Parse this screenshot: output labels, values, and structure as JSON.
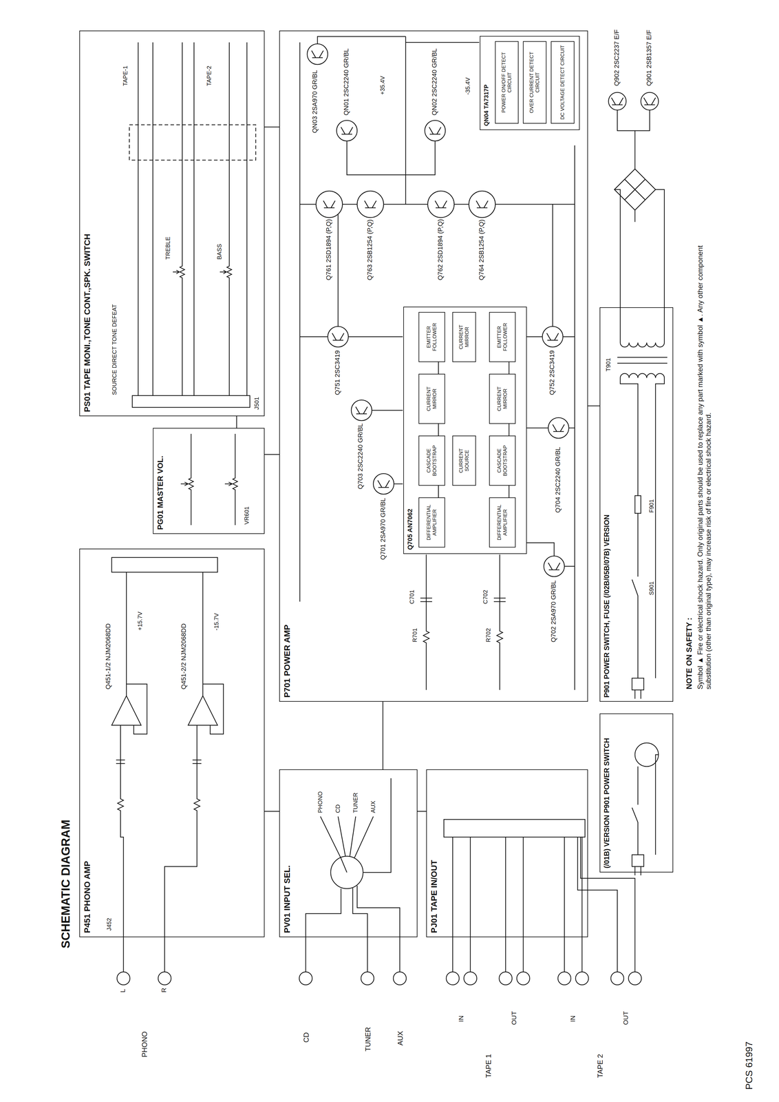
{
  "diagram": {
    "title": "SCHEMATIC DIAGRAM",
    "nodes": [
      {
        "text": [
          "P451 PHONO AMP"
        ]
      },
      {
        "text": [
          "PS01 TAPE MONI.,TONE CONT.,SPK. SWITCH"
        ]
      },
      {
        "text": [
          "PG01 MASTER VOL."
        ]
      },
      {
        "text": [
          "PV01 INPUT SEL."
        ]
      },
      {
        "text": [
          "PJ01 TAPE IN/OUT"
        ]
      },
      {
        "text": [
          "P701 POWER AMP"
        ]
      },
      {
        "text": [
          "Q705 AN7062"
        ],
        "in": 5
      },
      {
        "text": [
          "DIFFERENTIAL AMPLIFIER"
        ],
        "in": 6
      },
      {
        "text": [
          "CASCADE BOOTSTRAP"
        ],
        "in": 6
      },
      {
        "text": [
          "CURRENT MIRROR"
        ],
        "in": 6
      },
      {
        "text": [
          "EMITTER FOLLOWER"
        ],
        "in": 6
      },
      {
        "text": [
          "CURRENT SOURCE"
        ],
        "in": 6
      },
      {
        "text": [
          "CURRENT MIRROR"
        ],
        "in": 6
      },
      {
        "text": [
          "DIFFERENTIAL AMPLIFIER"
        ],
        "in": 6
      },
      {
        "text": [
          "CASCADE BOOTSTRAP"
        ],
        "in": 6
      },
      {
        "text": [
          "CURRENT MIRROR"
        ],
        "in": 6
      },
      {
        "text": [
          "EMITTER FOLLOWER"
        ],
        "in": 6
      },
      {
        "text": [
          "QN04 TA7317P"
        ],
        "in": 5
      },
      {
        "text": [
          "POWER ON/OFF DETECT CIRCUIT"
        ],
        "in": 17
      },
      {
        "text": [
          "OVER CURRENT DETECT CIRCUIT"
        ],
        "in": 17
      },
      {
        "text": [
          "DC VOLTAGE DETECT CIRCUIT"
        ],
        "in": 17
      },
      {
        "text": [
          "P901 POWER SWITCH, FUSE (/02B/05B/07B) VERSION"
        ]
      },
      {
        "text": [
          "(/01B) VERSION P901 POWER SWITCH"
        ]
      }
    ],
    "edges": [
      {
        "from": 0,
        "to": 3,
        "arrow": "none"
      },
      {
        "from": 3,
        "to": 4,
        "arrow": "none"
      },
      {
        "from": 3,
        "to": 5,
        "arrow": "none"
      },
      {
        "from": 2,
        "to": 1,
        "arrow": "none"
      },
      {
        "from": 2,
        "to": 5,
        "arrow": "none"
      },
      {
        "from": 1,
        "to": 5,
        "arrow": "none"
      },
      {
        "from": 21,
        "to": 5,
        "arrow": "none"
      },
      {
        "from": 7,
        "to": 8,
        "arrow": "none"
      },
      {
        "from": 8,
        "to": 9,
        "arrow": "none"
      },
      {
        "from": 9,
        "to": 10,
        "arrow": "none"
      },
      {
        "from": 13,
        "to": 14,
        "arrow": "none"
      },
      {
        "from": 14,
        "to": 15,
        "arrow": "none"
      },
      {
        "from": 15,
        "to": 16,
        "arrow": "none"
      }
    ],
    "labels": [
      "PHONO",
      "L",
      "R",
      "J452",
      "Q451-1/2 NJM2068DD",
      "+15.7V",
      "Q451-2/2 NJM2068DD",
      "-15.7V",
      "CD",
      "TUNER",
      "AUX",
      "PHONO",
      "CD",
      "TUNER",
      "AUX",
      "TAPE 1",
      "IN",
      "OUT",
      "TAPE 2",
      "IN",
      "OUT",
      "SOURCE DIRECT TONE DEFEAT",
      "TAPE-1",
      "TREBLE",
      "TAPE-2",
      "BASS",
      "J501",
      "VR601",
      "R701",
      "C701",
      "R702",
      "C702",
      "QN03 2SA970 GR/BL",
      "Q761 2SD1894 (P,Q)",
      "Q751 2SC3419",
      "QN01 2SC2240 GR/BL",
      "Q703 2SC2240 GR/BL",
      "Q763 2SB1254 (P,Q)",
      "+35.4V",
      "Q701 2SA970 GR/BL",
      "QN02 2SC2240 GR/BL",
      "Q762 2SD1894 (P,Q)",
      "-35.4V",
      "Q764 2SB1254 (P,Q)",
      "Q702 2SA970 GR/BL",
      "Q704 2SC2240 GR/BL",
      "Q752 2SC3419",
      "T901",
      "S901",
      "F901",
      "Q902 2SC2237 E/F",
      "Q901 2SB1357 E/F",
      "NOTE ON SAFETY :",
      "Symbol ▲ Fire or electrical shock hazard. Only original parts should be used to replace any part marked with symbol ▲. Any other component substitution (other than original type), may increase risk of fire or electrical shock hazard.",
      "PCS 61997"
    ]
  }
}
